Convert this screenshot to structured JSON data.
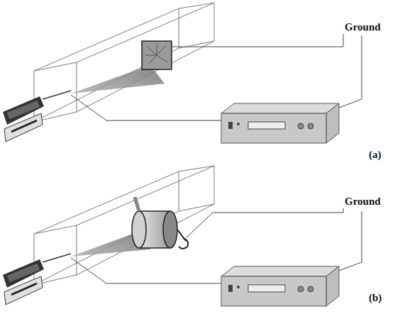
{
  "diagram": {
    "labels": [
      "Ground",
      "(a)",
      "Ground",
      "(b)"
    ]
  }
}
